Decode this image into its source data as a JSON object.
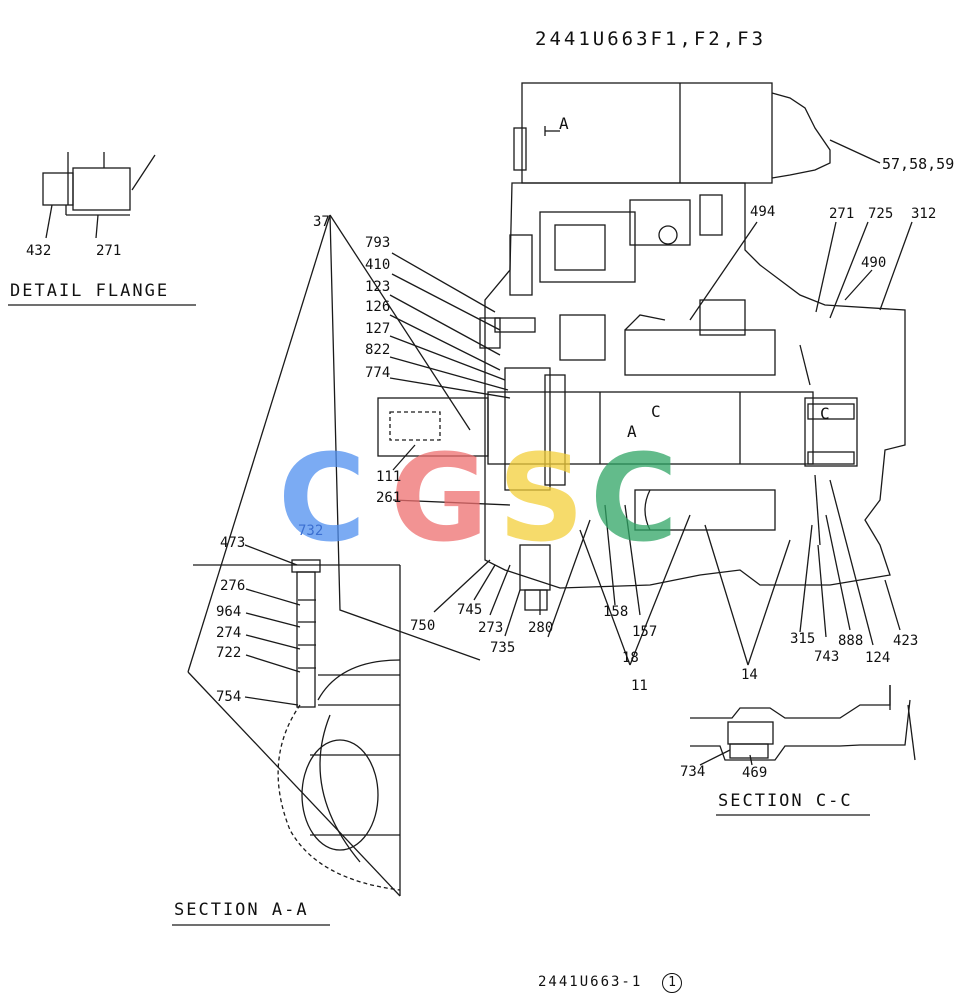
{
  "header": {
    "title": "2441U663F1,F2,F3"
  },
  "footer": {
    "drawing_number": "2441U663-1",
    "revision_circle": "1"
  },
  "sections": {
    "detail_flange": "DETAIL FLANGE",
    "section_aa": "SECTION A-A",
    "section_cc": "SECTION C-C"
  },
  "section_marks": {
    "a_top": "A",
    "a_mid": "A",
    "c_mid": "C",
    "c_right": "C"
  },
  "watermark": {
    "letters": [
      "C",
      "G",
      "S",
      "C"
    ],
    "colors": [
      "#4f8ff0",
      "#ee6f6f",
      "#f3cf3a",
      "#2fa565"
    ]
  },
  "callouts": {
    "c432": "432",
    "c271a": "271",
    "c37": "37",
    "c793": "793",
    "c410": "410",
    "c123": "123",
    "c126": "126",
    "c127": "127",
    "c822": "822",
    "c774": "774",
    "c111": "111",
    "c261": "261",
    "c732": "732",
    "c473": "473",
    "c276": "276",
    "c964": "964",
    "c274": "274",
    "c722": "722",
    "c754": "754",
    "c750": "750",
    "c745": "745",
    "c273": "273",
    "c735": "735",
    "c280": "280",
    "c158": "158",
    "c157": "157",
    "c18": "18",
    "c11": "11",
    "c14": "14",
    "c315": "315",
    "c743": "743",
    "c888": "888",
    "c124": "124",
    "c423": "423",
    "c494": "494",
    "c271b": "271",
    "c725": "725",
    "c312": "312",
    "c490": "490",
    "c575859": "57,58,59",
    "c734": "734",
    "c469": "469"
  }
}
